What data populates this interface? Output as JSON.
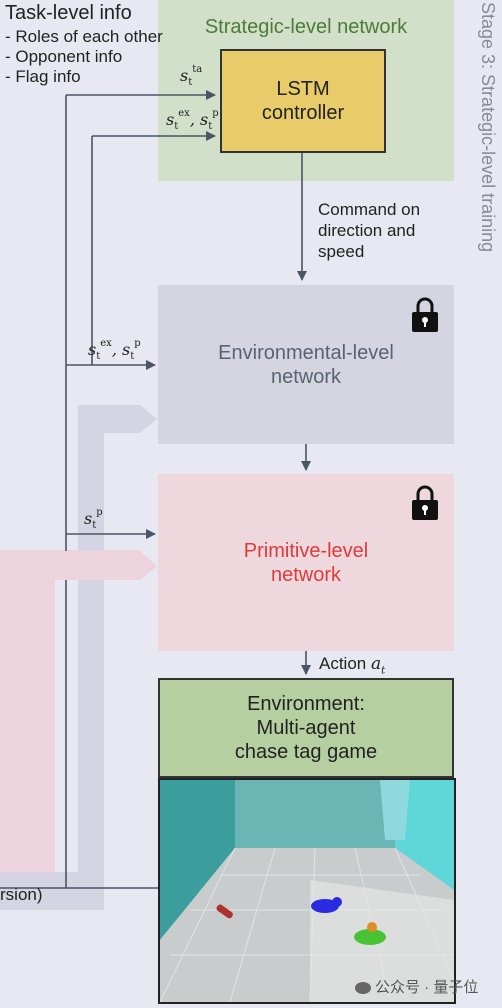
{
  "task_info": {
    "title": "Task-level info",
    "items": [
      "- Roles of each other",
      "- Opponent info",
      "- Flag info"
    ]
  },
  "strategic": {
    "title": "Strategic-level network",
    "controller_line1": "LSTM",
    "controller_line2": "controller"
  },
  "stage_label": "Stage 3: Strategic-level training",
  "command_label": [
    "Command on",
    "direction and",
    "speed"
  ],
  "environmental": {
    "line1": "Environmental-level",
    "line2": "network"
  },
  "primitive": {
    "line1": "Primitive-level",
    "line2": "network"
  },
  "action_label": "Action",
  "action_symbol": "a",
  "action_sub": "t",
  "environment": {
    "line1": "Environment:",
    "line2": "Multi-agent",
    "line3": "chase tag game"
  },
  "partial_label": "rsion)",
  "symbols": {
    "s": "s",
    "t": "t",
    "ta": "ta",
    "ex": "ex",
    "p": "p",
    "sep": ", "
  },
  "watermark": "公众号 · 量子位",
  "colors": {
    "strategic_bg": "#d3e0c9",
    "controller_bg": "#e7cc69",
    "environmental_bg": "#d5d5e2",
    "primitive_bg": "#eed8de",
    "environment_bg": "#b5cfa1",
    "primitive_text": "#e03a3a",
    "strategic_title": "#4d7a3c"
  }
}
